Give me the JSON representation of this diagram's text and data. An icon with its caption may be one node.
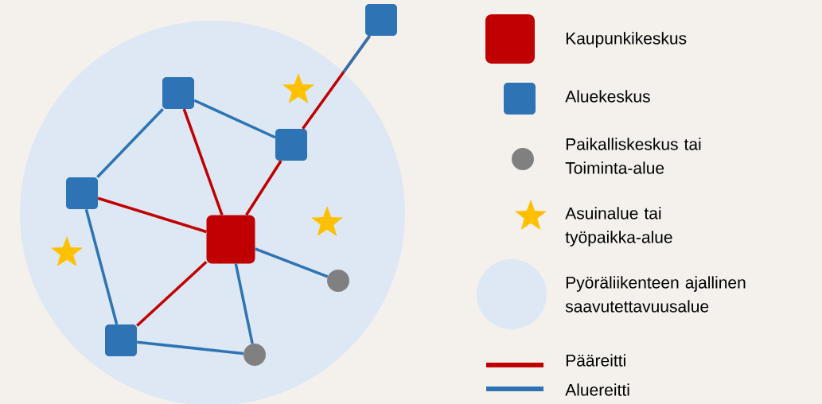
{
  "diagram": {
    "nodes": [
      {
        "text": [],
        "shape": "box"
      },
      {
        "text": [],
        "shape": "box"
      },
      {
        "text": [],
        "shape": "box"
      },
      {
        "text": [],
        "shape": "box"
      },
      {
        "text": [],
        "shape": "box"
      },
      {
        "text": [],
        "shape": "circle"
      },
      {
        "text": [],
        "shape": "box"
      },
      {
        "text": [],
        "shape": "circle"
      }
    ],
    "edges": [
      {
        "from": 0,
        "to": 2,
        "arrow": "none",
        "color": "#c00000"
      },
      {
        "from": 1,
        "to": 2,
        "arrow": "none"
      },
      {
        "from": 1,
        "to": 3,
        "arrow": "none"
      },
      {
        "from": 1,
        "to": 4,
        "arrow": "none",
        "color": "#c00000"
      },
      {
        "from": 2,
        "to": 4,
        "arrow": "none",
        "color": "#c00000"
      },
      {
        "from": 3,
        "to": 4,
        "arrow": "none",
        "color": "#c00000"
      },
      {
        "from": 3,
        "to": 6,
        "arrow": "none"
      },
      {
        "from": 4,
        "to": 5,
        "arrow": "none"
      },
      {
        "from": 4,
        "to": 6,
        "arrow": "none",
        "color": "#c00000"
      },
      {
        "from": 4,
        "to": 7,
        "arrow": "none"
      },
      {
        "from": 6,
        "to": 7,
        "arrow": "none"
      }
    ],
    "legend": [
      {
        "text": "Kaupunkikeskus",
        "color": "#c00000"
      },
      {
        "text": "Aluekeskus",
        "color": "#2e74b5"
      },
      {
        "text": "Paikalliskeskus tai Toiminta-alue",
        "color": "#808080"
      },
      {
        "text": "Asuinalue tai työpaikka-alue"
      },
      {
        "text": "Pyöräliikenteen ajallinen saavutettavuusalue",
        "color": "#dde8f4"
      },
      {
        "text": "Pääreitti"
      },
      {
        "text": "Aluereitti"
      }
    ]
  }
}
